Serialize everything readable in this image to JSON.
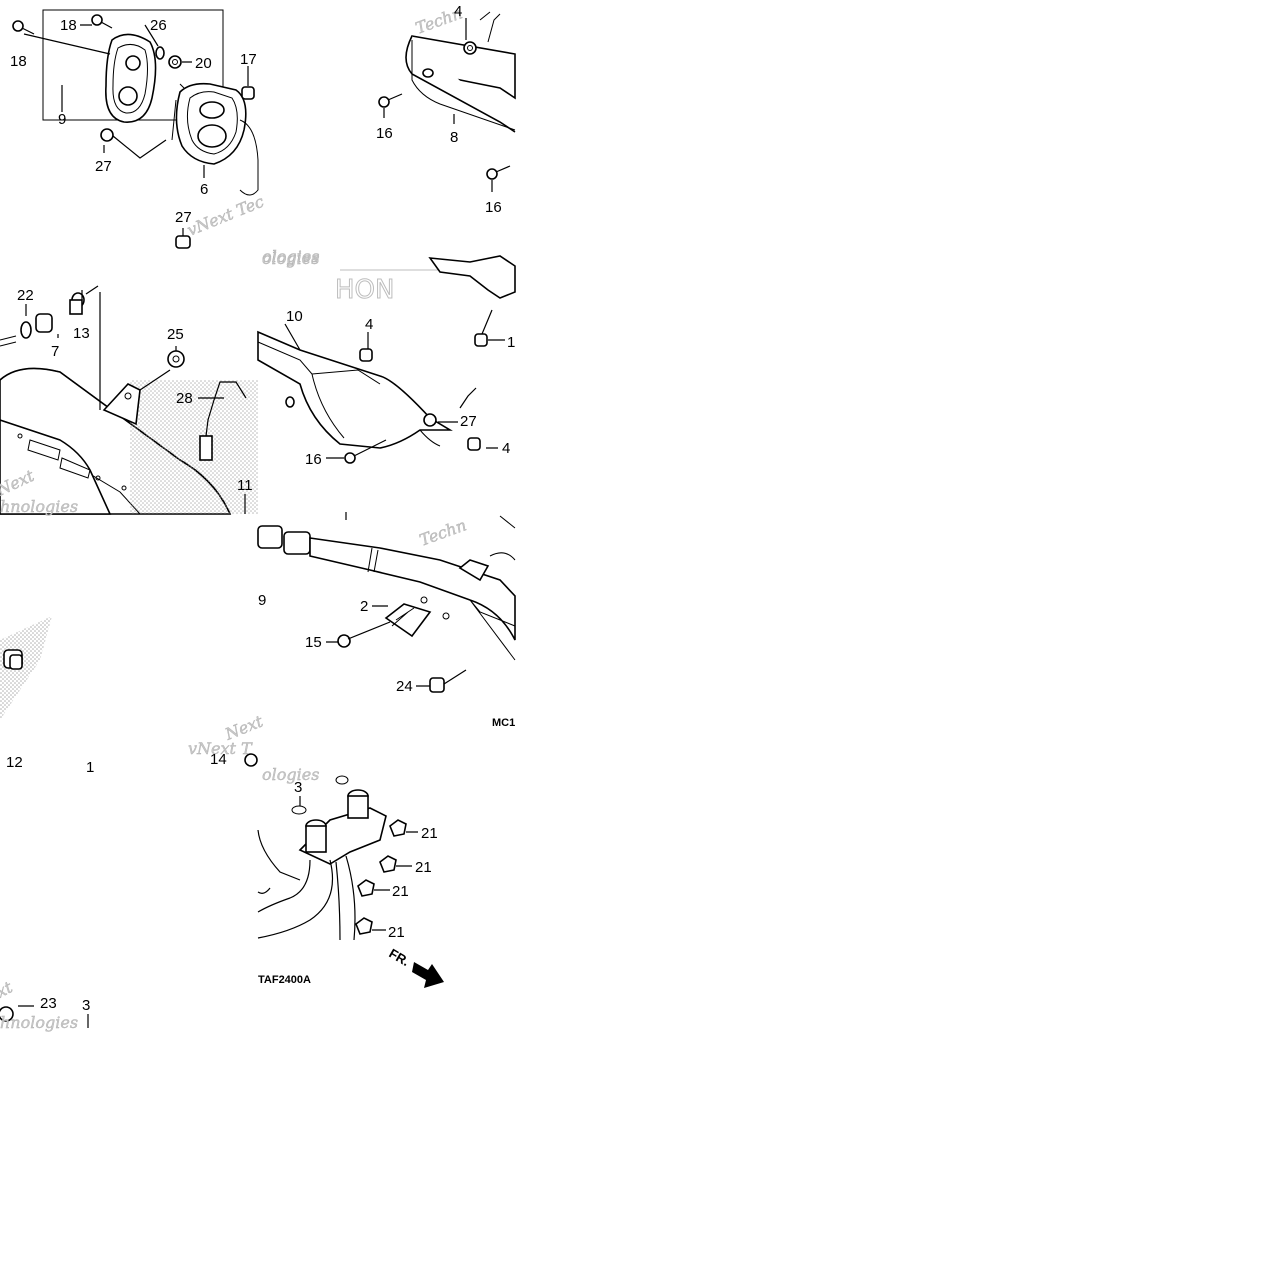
{
  "callouts": {
    "tl": [
      "18",
      "26",
      "18",
      "20",
      "17",
      "9",
      "27",
      "6",
      "27"
    ],
    "tr": [
      "4",
      "16",
      "8",
      "16"
    ],
    "ml": [
      "22",
      "13",
      "7",
      "25",
      "28",
      "11"
    ],
    "mr": [
      "10",
      "4",
      "1",
      "27",
      "16",
      "4"
    ],
    "bl": [
      "12",
      "1",
      "14",
      "23",
      "3"
    ],
    "br1": [
      "9",
      "2",
      "15",
      "24"
    ],
    "br2": [
      "3",
      "21",
      "21",
      "21",
      "21"
    ]
  },
  "codes": {
    "mc": "MC1",
    "taf": "TAF2400A"
  },
  "direction_label": "FR.",
  "watermarks": {
    "t1": "Techn",
    "t2": "vNext Tec",
    "t3": "ologies",
    "t4": "Next",
    "t5": "hnologies",
    "t6": "Techn",
    "t7": "vNext T",
    "t8": "ologies",
    "t9": "xt",
    "t10": "hnologies",
    "honda": "HON"
  },
  "colors": {
    "ink": "#000000",
    "watermark": "#c8c8c8",
    "background": "#ffffff"
  }
}
